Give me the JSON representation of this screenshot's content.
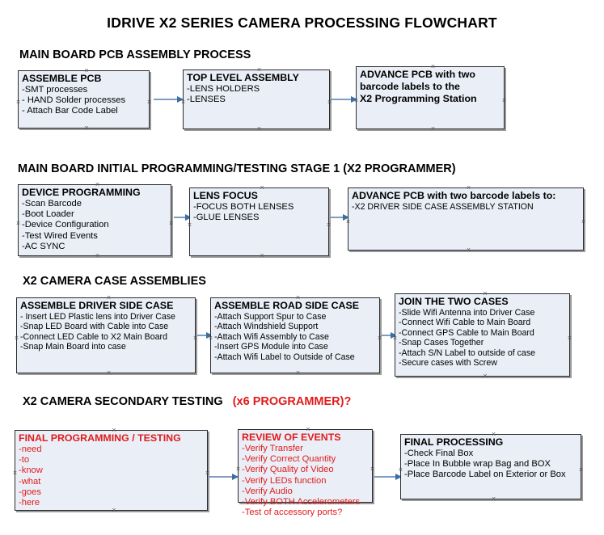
{
  "title": "IDRIVE X2  SERIES CAMERA PROCESSING FLOWCHART",
  "colors": {
    "box_fill": "#eaeff7",
    "box_border": "#2b2b2b",
    "accent_red": "#e01b1b",
    "arrow": "#7f9dc0",
    "arrow_head": "#3a6ea5",
    "text": "#000000"
  },
  "sections": [
    {
      "id": "main-board-pcb-assembly-process",
      "heading": "MAIN BOARD PCB ASSEMBLY PROCESS",
      "heading_red_tail": "",
      "boxes": [
        {
          "id": "assemble-pcb",
          "title": "ASSEMBLE PCB",
          "lines": [
            "-SMT processes",
            "- HAND Solder processes",
            "- Attach Bar Code Label"
          ]
        },
        {
          "id": "top-level-assembly",
          "title": "TOP LEVEL ASSEMBLY",
          "lines": [
            "-LENS HOLDERS",
            "-LENSES"
          ]
        },
        {
          "id": "advance-pcb-to-x2-programming-station",
          "title": "ADVANCE PCB with two",
          "title_lines": [
            "ADVANCE PCB with two",
            "barcode labels to the",
            " X2 Programming Station"
          ],
          "lines": []
        }
      ]
    },
    {
      "id": "main-board-initial-programming-testing-stage-1",
      "heading": "MAIN BOARD INITIAL PROGRAMMING/TESTING STAGE 1 (X2 PROGRAMMER)",
      "heading_red_tail": "",
      "boxes": [
        {
          "id": "device-programming",
          "title": "DEVICE PROGRAMMING",
          "lines": [
            "-Scan Barcode",
            "-Boot Loader",
            "-Device Configuration",
            "-Test Wired Events",
            "-AC SYNC"
          ]
        },
        {
          "id": "lens-focus",
          "title": "LENS FOCUS",
          "lines": [
            "-FOCUS BOTH LENSES",
            "-GLUE LENSES"
          ]
        },
        {
          "id": "advance-pcb-to-driver-side-case-assembly-station",
          "title": "ADVANCE PCB with two barcode labels to:",
          "lines": [
            "-X2 DRIVER  SIDE  CASE  ASSEMBLY STATION"
          ]
        }
      ]
    },
    {
      "id": "x2-camera-case-assemblies",
      "heading": "X2 CAMERA CASE ASSEMBLIES",
      "heading_red_tail": "",
      "boxes": [
        {
          "id": "assemble-driver-side-case",
          "title": "ASSEMBLE DRIVER SIDE CASE",
          "lines": [
            "- Insert LED Plastic lens into Driver Case",
            "-Snap LED Board with Cable into Case",
            "-Connect LED Cable to X2 Main Board",
            "-Snap Main Board into case"
          ]
        },
        {
          "id": "assemble-road-side-case",
          "title": "ASSEMBLE ROAD SIDE CASE",
          "lines": [
            "-Attach Support Spur to Case",
            "-Attach Windshield Support",
            "-Attach Wifi Assembly to Case",
            "-Insert GPS Module into Case",
            "-Attach Wifi Label to Outside of Case"
          ]
        },
        {
          "id": "join-the-two-cases",
          "title": "JOIN THE TWO CASES",
          "lines": [
            "-Slide Wifi Antenna into Driver Case",
            "-Connect Wifi Cable to Main Board",
            "-Connect GPS Cable to Main Board",
            "-Snap Cases Together",
            "-Attach S/N Label to outside of case",
            "-Secure cases with Screw"
          ]
        }
      ]
    },
    {
      "id": "x2-camera-secondary-testing",
      "heading": "X2 CAMERA SECONDARY TESTING",
      "heading_red_tail": "(x6 PROGRAMMER)?",
      "boxes": [
        {
          "id": "final-programming-testing",
          "title": "FINAL PROGRAMMING / TESTING",
          "red": true,
          "lines": [
            "-need",
            "-to",
            "-know",
            "-what",
            "-goes",
            "-here"
          ]
        },
        {
          "id": "review-of-events",
          "title": "REVIEW OF EVENTS",
          "red": true,
          "lines": [
            "-Verify Transfer",
            "-Verify Correct Quantity",
            "-Verify Quality of Video",
            "-Verify LEDs function",
            "-Verify Audio",
            "-Verify BOTH Accelerometers",
            "-Test of accessory ports?"
          ]
        },
        {
          "id": "final-processing",
          "title": "FINAL PROCESSING",
          "lines": [
            " -Check Final Box",
            "-Place In Bubble wrap Bag and BOX",
            "-Place Barcode Label on Exterior or Box"
          ]
        }
      ]
    }
  ]
}
